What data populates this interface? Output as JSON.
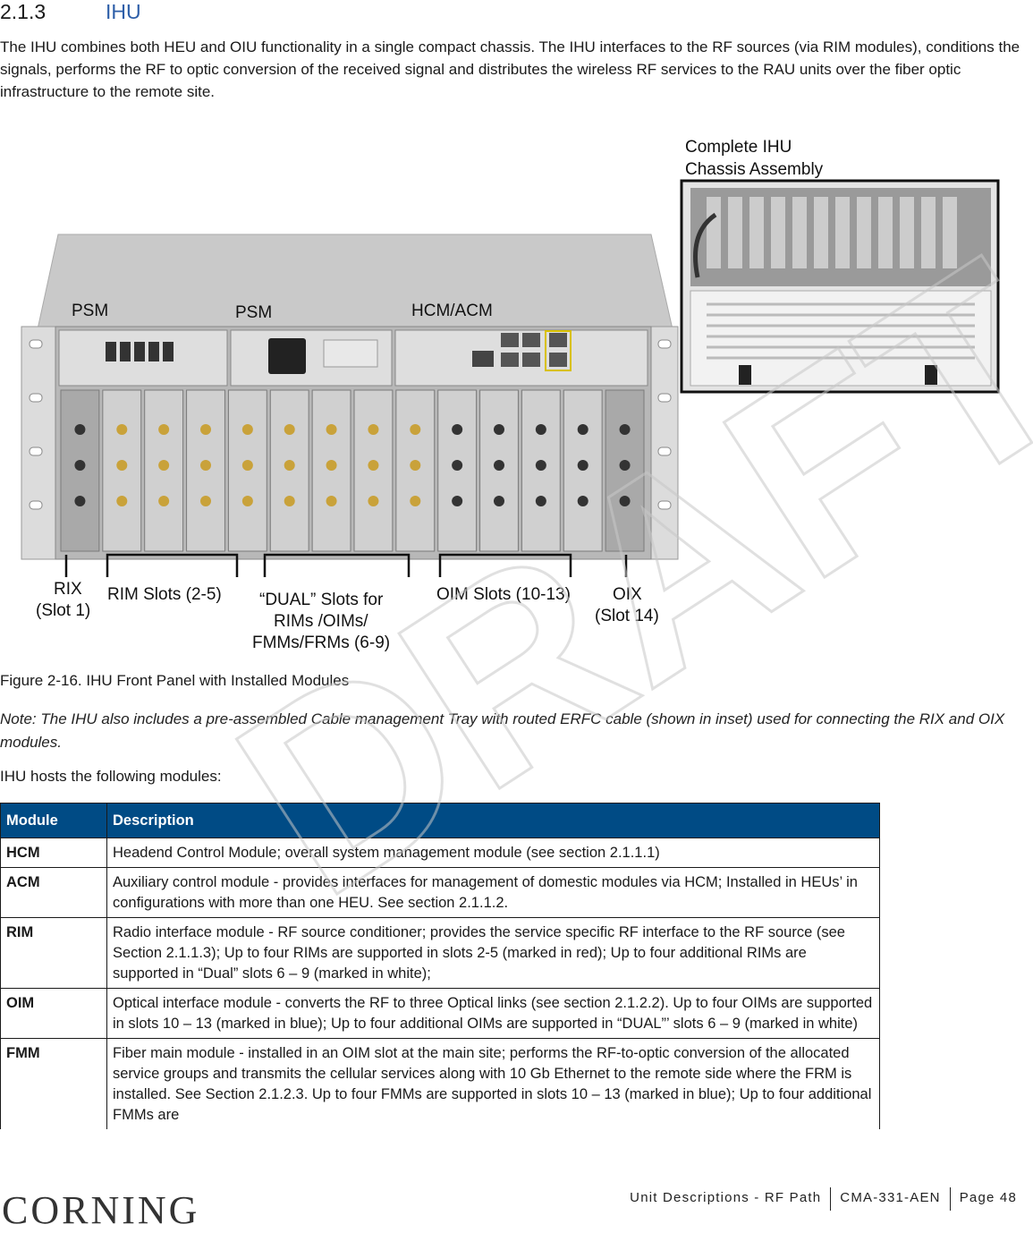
{
  "heading": {
    "number": "2.1.3",
    "title": "IHU"
  },
  "intro": "The IHU combines both HEU and OIU functionality in a single compact chassis. The IHU interfaces to the RF sources (via RIM modules), conditions the signals, performs the RF to optic conversion of the received signal and distributes the wireless RF services to the RAU units over the fiber optic infrastructure to the remote site.",
  "figure": {
    "inset_title_line1": "Complete IHU",
    "inset_title_line2": "Chassis Assembly",
    "label_psm1": "PSM",
    "label_psm2": "PSM",
    "label_hcm": "HCM/ACM",
    "label_rix_1": "RIX",
    "label_rix_2": "(Slot 1)",
    "label_rim": "RIM Slots (2-5)",
    "label_dual_1": "“DUAL” Slots for",
    "label_dual_2": "RIMs /OIMs/",
    "label_dual_3": "FMMs/FRMs (6-9)",
    "label_oim": "OIM Slots (10-13)",
    "label_oix_1": "OIX",
    "label_oix_2": "(Slot 14)"
  },
  "caption": "Figure 2-16. IHU Front Panel with Installed Modules",
  "note": "Note: The IHU also includes a pre-assembled Cable management Tray with routed ERFC cable (shown in inset) used for connecting the RIX and OIX modules.",
  "hosts_text": "IHU hosts the following modules:",
  "table": {
    "headers": [
      "Module",
      "Description"
    ],
    "rows": [
      {
        "module": "HCM",
        "description": "Headend Control Module; overall system management module (see section 2.1.1.1)"
      },
      {
        "module": "ACM",
        "description": "Auxiliary control module - provides interfaces for management of domestic modules via HCM; Installed in HEUs’ in configurations with more than one HEU. See section 2.1.1.2."
      },
      {
        "module": "RIM",
        "description": "Radio interface module - RF source conditioner; provides the service specific RF interface to the RF source (see Section 2.1.1.3); Up to four RIMs are supported in slots 2-5 (marked in red); Up to four additional RIMs are supported in “Dual” slots 6 – 9 (marked in white);"
      },
      {
        "module": "OIM",
        "description": "Optical interface module - converts the RF to three Optical links (see section 2.1.2.2). Up to four OIMs are supported in slots 10 – 13 (marked in blue); Up to four additional OIMs are supported in “DUAL”’ slots 6 – 9 (marked in white)"
      },
      {
        "module": "FMM",
        "description": "Fiber main module - installed in an OIM slot at the main site; performs the RF-to-optic conversion of the allocated service groups and transmits the cellular services along with 10 Gb Ethernet to the remote side where the FRM is installed. See Section 2.1.2.3. Up to four FMMs are supported in slots 10 – 13 (marked in blue); Up to four additional FMMs are"
      }
    ]
  },
  "footer": {
    "logo": "CORNING",
    "section": "Unit Descriptions - RF Path",
    "doc_id": "CMA-331-AEN",
    "page": "Page 48"
  },
  "watermark": "DRAFT",
  "colors": {
    "heading_accent": "#2d5ea8",
    "table_header": "#004b85"
  }
}
